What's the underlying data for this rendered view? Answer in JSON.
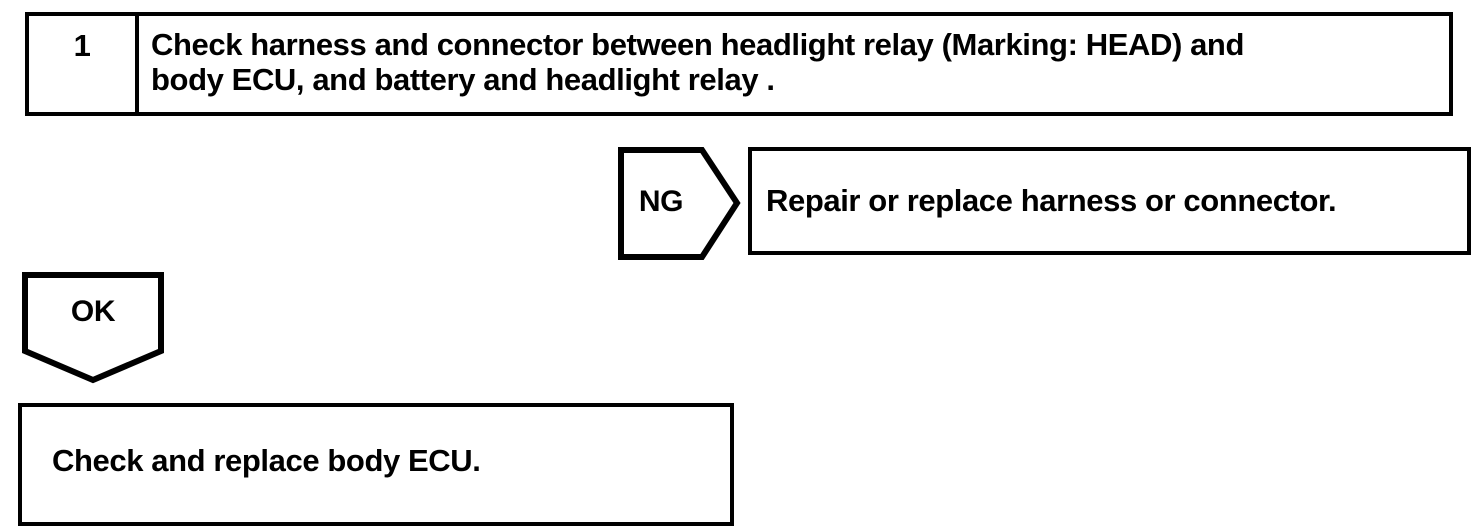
{
  "flowchart": {
    "step": {
      "number": "1",
      "description_line1": "Check harness and connector between headlight relay (Marking: HEAD) and",
      "description_line2": "body ECU, and battery and headlight relay ."
    },
    "ng_branch": {
      "label": "NG",
      "action": "Repair or replace harness or connector."
    },
    "ok_branch": {
      "label": "OK",
      "action": "Check and replace body ECU."
    },
    "colors": {
      "line": "#000000",
      "background": "#ffffff"
    }
  }
}
